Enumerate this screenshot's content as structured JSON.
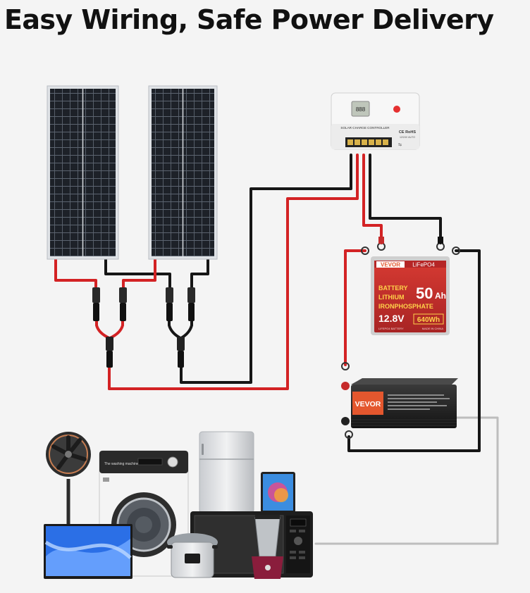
{
  "title": "Easy Wiring, Safe Power Delivery",
  "controller": {
    "display": "888",
    "label": "SOLAR CHARGE CONTROLLER",
    "cert": "CE RoHS",
    "sub": "12/24V AUTO"
  },
  "battery": {
    "brand": "VEVOR",
    "chemistry": "LiFePO4",
    "line1": "BATTERY",
    "line2": "LITHIUM",
    "line3": "IRONPHOSPHATE",
    "capacity_num": "50",
    "capacity_unit": "Ah",
    "voltage": "12.8V",
    "energy": "640Wh",
    "foot_left": "LIFEPO4 BATTERY",
    "foot_right": "MADE IN CHINA"
  },
  "inverter": {
    "brand": "VEVOR"
  },
  "appliances": {
    "washer_label": "The washing machine"
  },
  "colors": {
    "wire_red": "#d32224",
    "wire_black": "#161616",
    "wire_gray": "#bdbdbd",
    "accent_orange": "#e4572e",
    "battery_red": "#c62b2b",
    "battery_text": "#ffd24a"
  },
  "icons": [
    "solar-panel-icon",
    "mc4-connector-icon",
    "y-branch-icon",
    "fan-icon",
    "monitor-icon",
    "refrigerator-icon",
    "washing-machine-icon",
    "tablet-icon",
    "microwave-icon",
    "blender-icon",
    "rice-cooker-icon"
  ]
}
